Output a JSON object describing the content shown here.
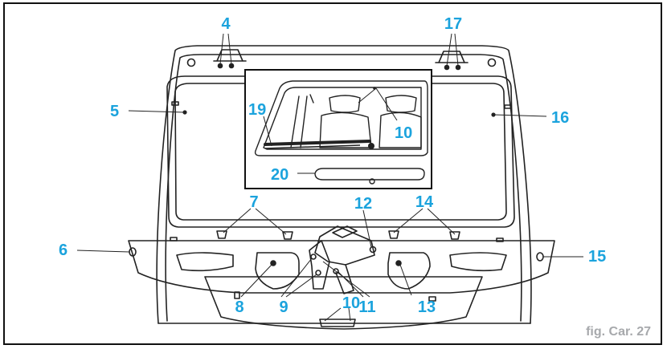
{
  "figure": {
    "caption": "fig. Car. 27",
    "label_color": "#1ba3dd",
    "line_color": "#222222",
    "caption_color": "#a7a9ac"
  },
  "labels": {
    "l4": "4",
    "l5": "5",
    "l6": "6",
    "l7": "7",
    "l8": "8",
    "l9": "9",
    "l10a": "10",
    "l10b": "10",
    "l11": "11",
    "l12": "12",
    "l13": "13",
    "l14": "14",
    "l15": "15",
    "l16": "16",
    "l17": "17",
    "l19": "19",
    "l20": "20"
  }
}
